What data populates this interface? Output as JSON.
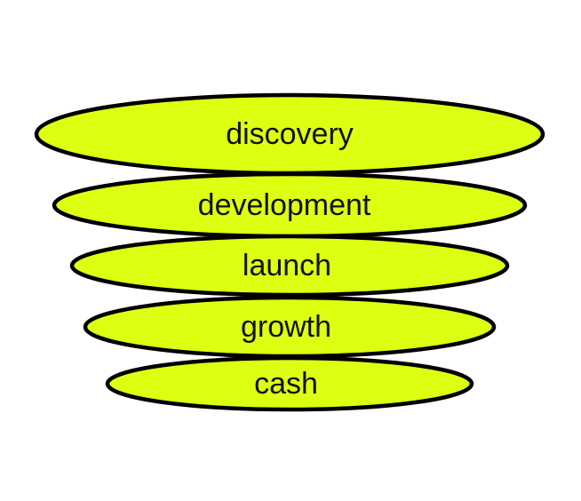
{
  "diagram": {
    "fill_color": "#ddff11",
    "stroke_color": "#000000",
    "layers": [
      {
        "label": "discovery"
      },
      {
        "label": "development"
      },
      {
        "label": "launch"
      },
      {
        "label": "growth"
      },
      {
        "label": "cash"
      }
    ]
  }
}
